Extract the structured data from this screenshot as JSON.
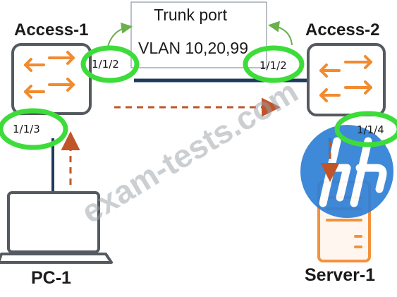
{
  "callout": {
    "line1": "Trunk port",
    "line2": "VLAN 10,20,99"
  },
  "devices": {
    "access1": "Access-1",
    "access2": "Access-2",
    "pc": "PC-1",
    "server": "Server-1"
  },
  "ports": {
    "access1_uplink": "1/1/2",
    "access1_pc": "1/1/3",
    "access2_uplink": "1/1/2",
    "access2_server": "1/1/4"
  },
  "watermark": "exam-tests.com",
  "colors": {
    "highlight": "#3ddc3a",
    "link": "#1f3b5c",
    "switch_arrow": "#f28a2e",
    "flow_arrow": "#c0552a",
    "callout_arrow": "#6ab04c",
    "logo": "#2f7fd6",
    "server": "#f3923d"
  },
  "icons": [
    "switch-icon",
    "laptop-icon",
    "server-icon",
    "hp-logo-icon"
  ]
}
